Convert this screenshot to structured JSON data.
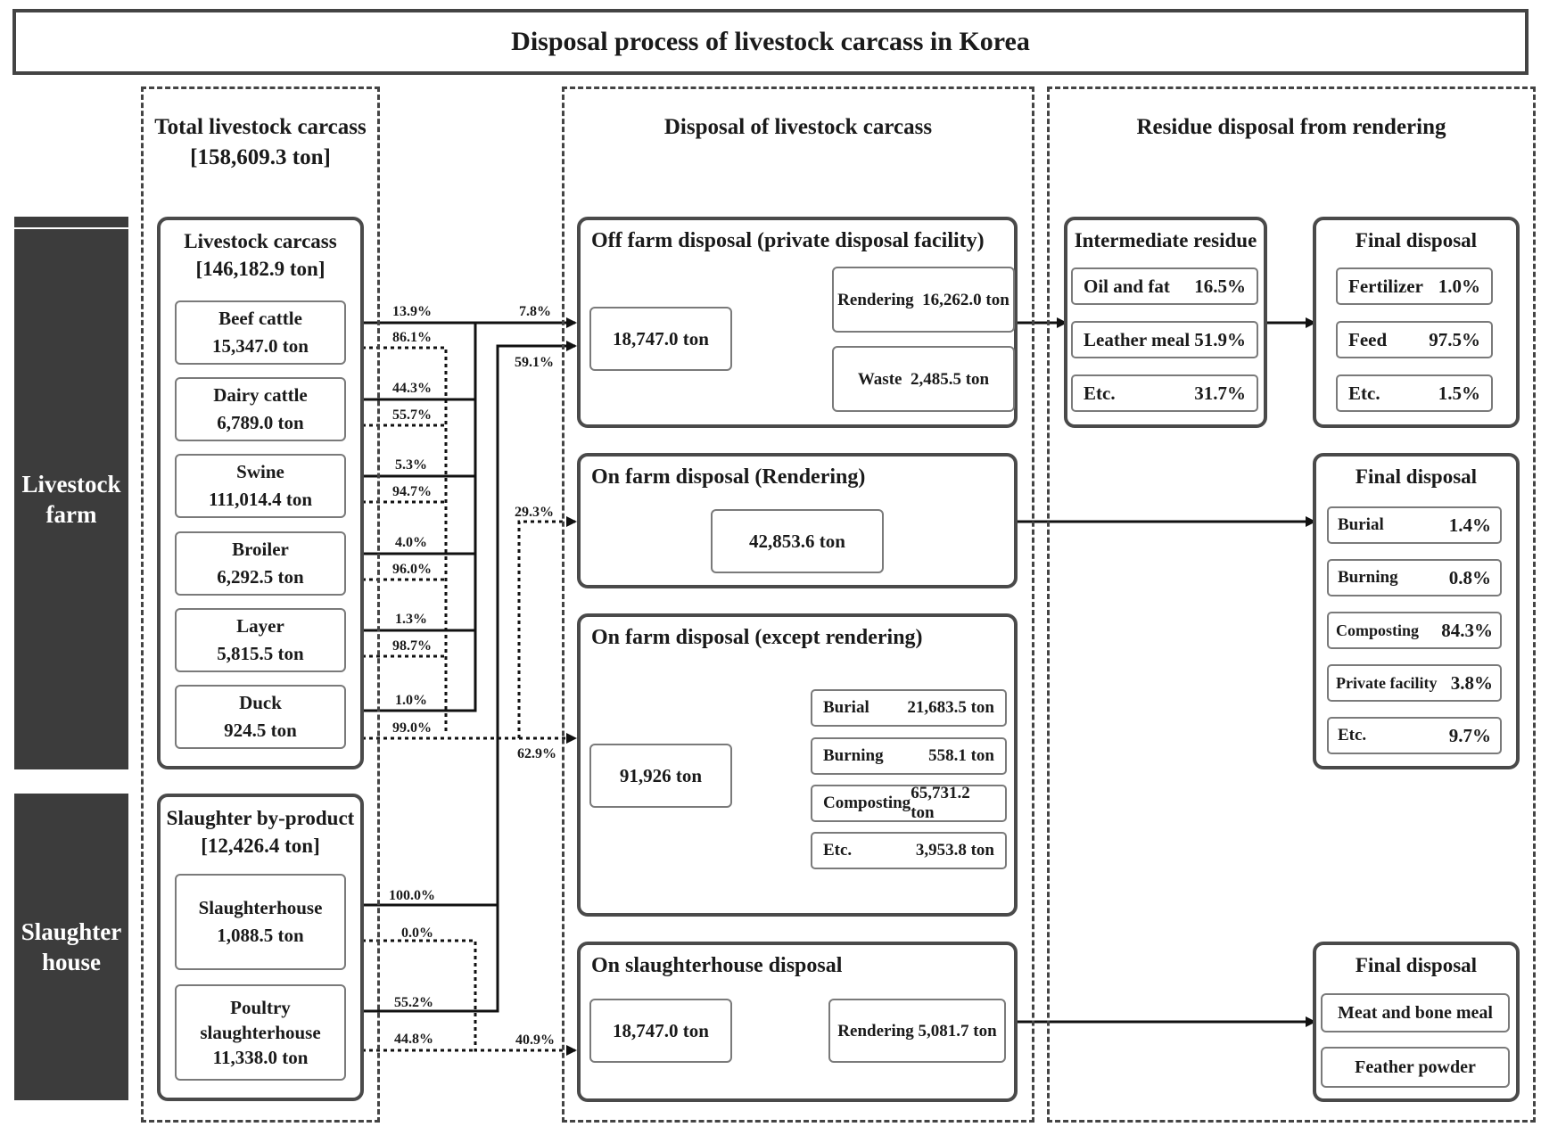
{
  "title": "Disposal process of livestock carcass in Korea",
  "columns": {
    "total_title": "Total livestock carcass",
    "total_value": "[158,609.3 ton]",
    "disposal_title": "Disposal of livestock carcass",
    "residue_title": "Residue disposal from rendering"
  },
  "row_labels": {
    "farm": "Livestock\nfarm",
    "slaughter": "Slaughter\nhouse"
  },
  "livestock": {
    "title": "Livestock carcass",
    "total": "[146,182.9 ton]",
    "items": [
      {
        "name": "Beef cattle",
        "value": "15,347.0 ton",
        "solid": "13.9%",
        "dotted": "86.1%"
      },
      {
        "name": "Dairy cattle",
        "value": "6,789.0 ton",
        "solid": "44.3%",
        "dotted": "55.7%"
      },
      {
        "name": "Swine",
        "value": "111,014.4 ton",
        "solid": "5.3%",
        "dotted": "94.7%"
      },
      {
        "name": "Broiler",
        "value": "6,292.5 ton",
        "solid": "4.0%",
        "dotted": "96.0%"
      },
      {
        "name": "Layer",
        "value": "5,815.5 ton",
        "solid": "1.3%",
        "dotted": "98.7%"
      },
      {
        "name": "Duck",
        "value": "924.5 ton",
        "solid": "1.0%",
        "dotted": "99.0%"
      }
    ]
  },
  "slaughter": {
    "title": "Slaughter by-product",
    "total": "[12,426.4 ton]",
    "items": [
      {
        "name": "Slaughterhouse",
        "value": "1,088.5 ton",
        "solid": "100.0%",
        "dotted": "0.0%"
      },
      {
        "name": "Poultry\nslaughterhouse",
        "value": "11,338.0 ton",
        "solid": "55.2%",
        "dotted": "44.8%"
      }
    ]
  },
  "flow_pcts": {
    "off_top": "7.8%",
    "off_bottom": "59.1%",
    "on_render": "29.3%",
    "on_except": "62.9%",
    "on_slaughter": "40.9%"
  },
  "off_farm": {
    "title": "Off farm disposal (private disposal facility)",
    "amount": "18,747.0 ton",
    "rendering_label": "Rendering",
    "rendering_value": "16,262.0 ton",
    "waste_label": "Waste",
    "waste_value": "2,485.5 ton"
  },
  "on_farm_render": {
    "title": "On farm disposal (Rendering)",
    "amount": "42,853.6 ton"
  },
  "on_farm_except": {
    "title": "On farm disposal (except rendering)",
    "amount": "91,926 ton",
    "items": [
      {
        "label": "Burial",
        "value": "21,683.5 ton"
      },
      {
        "label": "Burning",
        "value": "558.1 ton"
      },
      {
        "label": "Composting",
        "value": "65,731.2 ton"
      },
      {
        "label": "Etc.",
        "value": "3,953.8 ton"
      }
    ]
  },
  "on_slaughter": {
    "title": "On slaughterhouse disposal",
    "amount": "18,747.0 ton",
    "rendering_label": "Rendering",
    "rendering_value": "5,081.7 ton"
  },
  "intermediate": {
    "title": "Intermediate residue",
    "items": [
      {
        "label": "Oil and fat",
        "value": "16.5%"
      },
      {
        "label": "Leather meal",
        "value": "51.9%"
      },
      {
        "label": "Etc.",
        "value": "31.7%"
      }
    ]
  },
  "final1": {
    "title": "Final disposal",
    "items": [
      {
        "label": "Fertilizer",
        "value": "1.0%"
      },
      {
        "label": "Feed",
        "value": "97.5%"
      },
      {
        "label": "Etc.",
        "value": "1.5%"
      }
    ]
  },
  "final2": {
    "title": "Final disposal",
    "items": [
      {
        "label": "Burial",
        "value": "1.4%"
      },
      {
        "label": "Burning",
        "value": "0.8%"
      },
      {
        "label": "Composting",
        "value": "84.3%"
      },
      {
        "label": "Private facility",
        "value": "3.8%"
      },
      {
        "label": "Etc.",
        "value": "9.7%"
      }
    ]
  },
  "final3": {
    "title": "Final disposal",
    "items": [
      "Meat and bone meal",
      "Feather powder"
    ]
  }
}
